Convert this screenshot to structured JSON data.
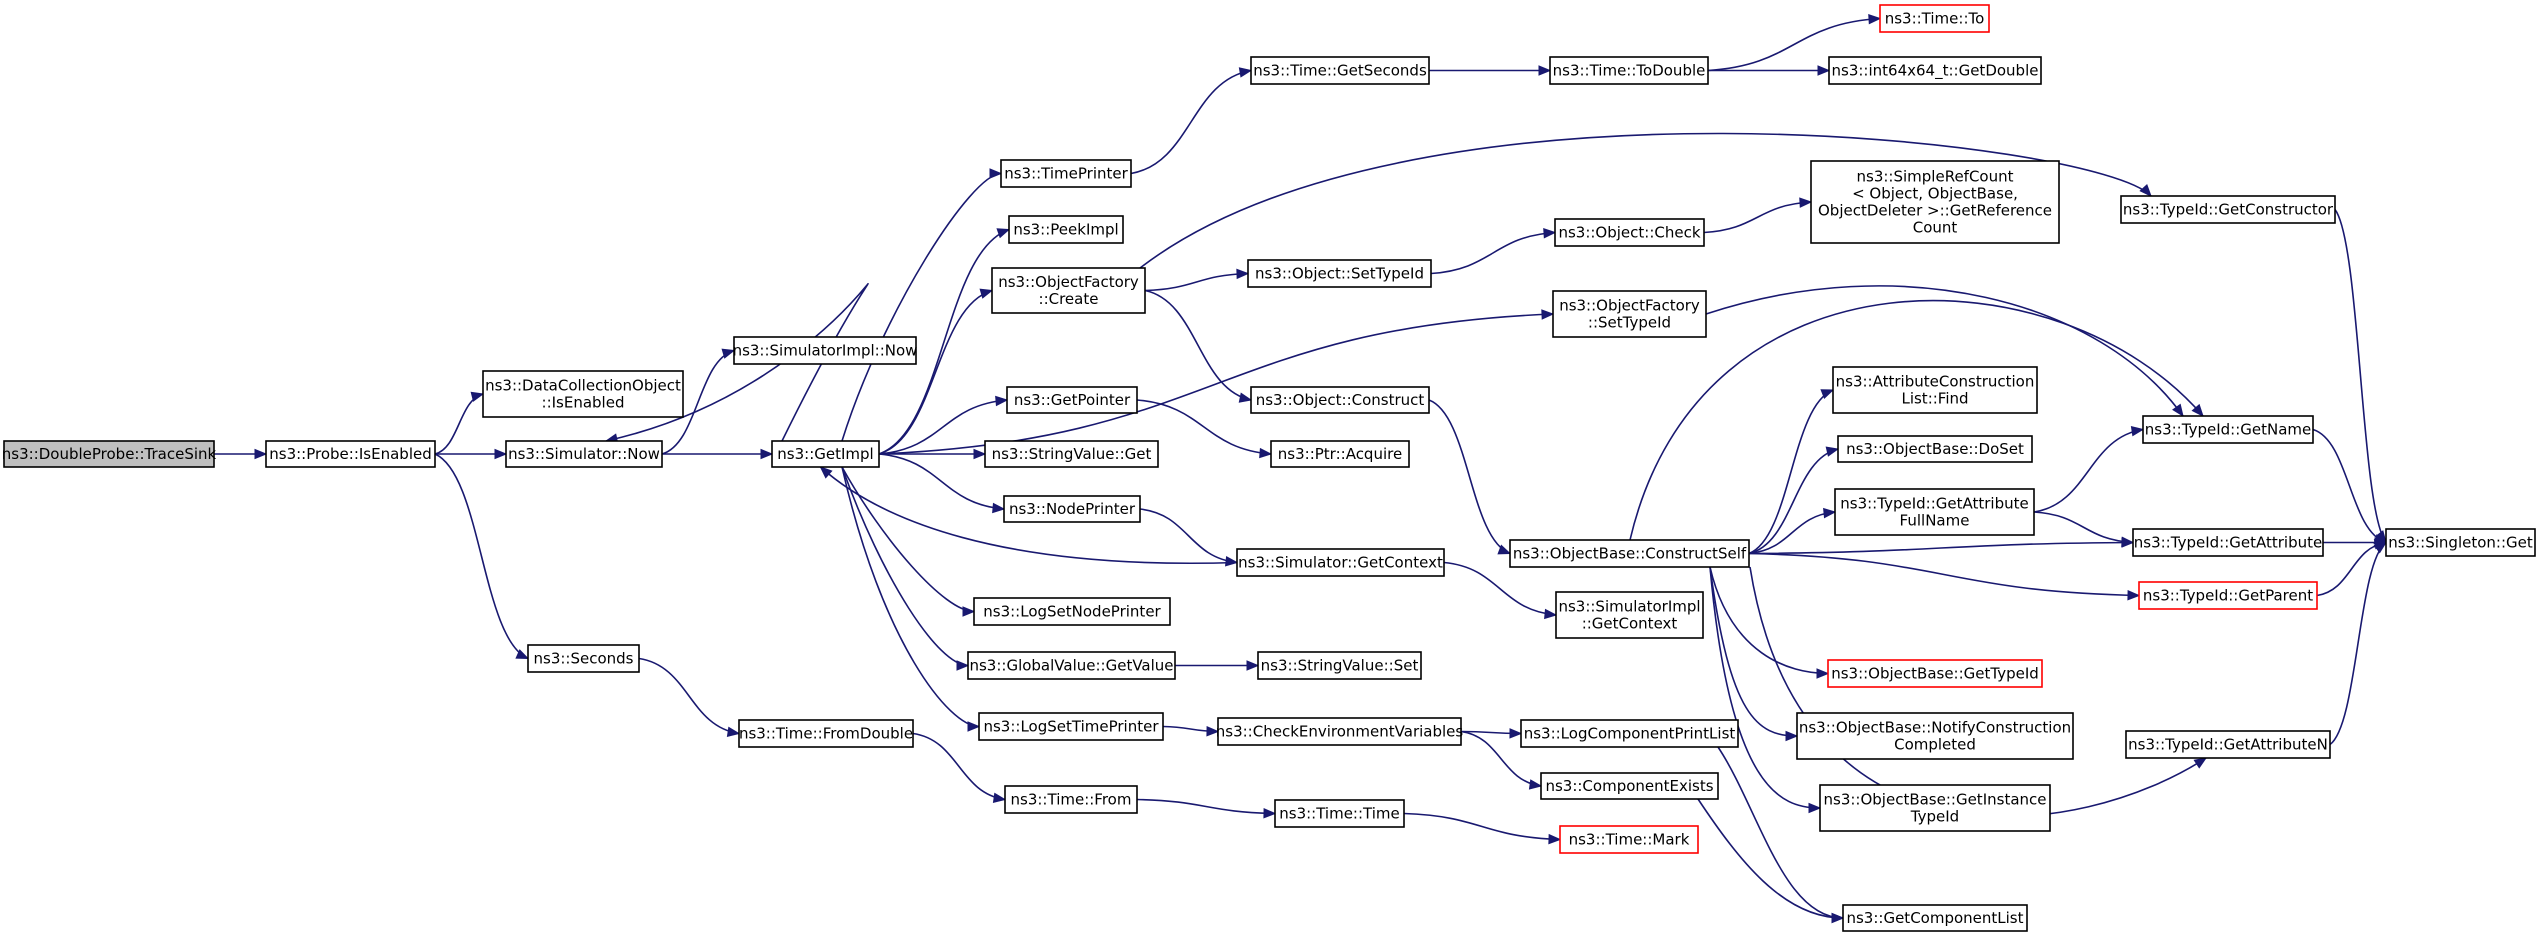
{
  "colors": {
    "edge": "#191970",
    "node_border": "#000000",
    "truncated_border": "#ff0000",
    "root_fill": "#bfbfbf",
    "background": "#ffffff"
  },
  "nodes": [
    {
      "id": "traceSink",
      "lines": [
        "ns3::DoubleProbe::TraceSink"
      ],
      "root": true
    },
    {
      "id": "probeIsEnabled",
      "lines": [
        "ns3::Probe::IsEnabled"
      ]
    },
    {
      "id": "dcoIsEnabled",
      "lines": [
        "ns3::DataCollectionObject",
        "::IsEnabled"
      ]
    },
    {
      "id": "simImplNow",
      "lines": [
        "ns3::SimulatorImpl::Now"
      ]
    },
    {
      "id": "simNow",
      "lines": [
        "ns3::Simulator::Now"
      ]
    },
    {
      "id": "seconds",
      "lines": [
        "ns3::Seconds"
      ]
    },
    {
      "id": "getImpl",
      "lines": [
        "ns3::GetImpl"
      ]
    },
    {
      "id": "timeFromDouble",
      "lines": [
        "ns3::Time::FromDouble"
      ]
    },
    {
      "id": "timePrinter",
      "lines": [
        "ns3::TimePrinter"
      ]
    },
    {
      "id": "peekImpl",
      "lines": [
        "ns3::PeekImpl"
      ]
    },
    {
      "id": "objFactoryCreate",
      "lines": [
        "ns3::ObjectFactory",
        "::Create"
      ]
    },
    {
      "id": "getPointer",
      "lines": [
        "ns3::GetPointer"
      ]
    },
    {
      "id": "stringValueGet",
      "lines": [
        "ns3::StringValue::Get"
      ]
    },
    {
      "id": "nodePrinter",
      "lines": [
        "ns3::NodePrinter"
      ]
    },
    {
      "id": "logSetNodePrinter",
      "lines": [
        "ns3::LogSetNodePrinter"
      ]
    },
    {
      "id": "globalValueGetValue",
      "lines": [
        "ns3::GlobalValue::GetValue"
      ]
    },
    {
      "id": "logSetTimePrinter",
      "lines": [
        "ns3::LogSetTimePrinter"
      ]
    },
    {
      "id": "timeFrom",
      "lines": [
        "ns3::Time::From"
      ]
    },
    {
      "id": "timeGetSeconds",
      "lines": [
        "ns3::Time::GetSeconds"
      ]
    },
    {
      "id": "objectSetTypeId",
      "lines": [
        "ns3::Object::SetTypeId"
      ]
    },
    {
      "id": "objectConstruct",
      "lines": [
        "ns3::Object::Construct"
      ]
    },
    {
      "id": "ptrAcquire",
      "lines": [
        "ns3::Ptr::Acquire"
      ]
    },
    {
      "id": "simGetContext",
      "lines": [
        "ns3::Simulator::GetContext"
      ]
    },
    {
      "id": "stringValueSet",
      "lines": [
        "ns3::StringValue::Set"
      ]
    },
    {
      "id": "checkEnvVars",
      "lines": [
        "ns3::CheckEnvironmentVariables"
      ]
    },
    {
      "id": "timeTime",
      "lines": [
        "ns3::Time::Time"
      ]
    },
    {
      "id": "timeToDouble",
      "lines": [
        "ns3::Time::ToDouble"
      ]
    },
    {
      "id": "objectCheck",
      "lines": [
        "ns3::Object::Check"
      ]
    },
    {
      "id": "objFactorySetTypeId",
      "lines": [
        "ns3::ObjectFactory",
        "::SetTypeId"
      ]
    },
    {
      "id": "objBaseConstructSelf",
      "lines": [
        "ns3::ObjectBase::ConstructSelf"
      ]
    },
    {
      "id": "simImplGetContext",
      "lines": [
        "ns3::SimulatorImpl",
        "::GetContext"
      ]
    },
    {
      "id": "logComponentPrintList",
      "lines": [
        "ns3::LogComponentPrintList"
      ]
    },
    {
      "id": "componentExists",
      "lines": [
        "ns3::ComponentExists"
      ]
    },
    {
      "id": "timeMark",
      "lines": [
        "ns3::Time::Mark"
      ],
      "truncated": true
    },
    {
      "id": "timeTo",
      "lines": [
        "ns3::Time::To"
      ],
      "truncated": true
    },
    {
      "id": "int64GetDouble",
      "lines": [
        "ns3::int64x64_t::GetDouble"
      ]
    },
    {
      "id": "simpleRefCount",
      "lines": [
        "ns3::SimpleRefCount",
        "< Object, ObjectBase,",
        " ObjectDeleter >::GetReference",
        "Count"
      ]
    },
    {
      "id": "attrConstructionFind",
      "lines": [
        "ns3::AttributeConstruction",
        "List::Find"
      ]
    },
    {
      "id": "objBaseDoSet",
      "lines": [
        "ns3::ObjectBase::DoSet"
      ]
    },
    {
      "id": "typeIdGetAttrFullName",
      "lines": [
        "ns3::TypeId::GetAttribute",
        "FullName"
      ]
    },
    {
      "id": "objBaseGetTypeId",
      "lines": [
        "ns3::ObjectBase::GetTypeId"
      ],
      "truncated": true
    },
    {
      "id": "objBaseNotifyConstruction",
      "lines": [
        "ns3::ObjectBase::NotifyConstruction",
        "Completed"
      ]
    },
    {
      "id": "objBaseGetInstanceTypeId",
      "lines": [
        "ns3::ObjectBase::GetInstance",
        "TypeId"
      ]
    },
    {
      "id": "getComponentList",
      "lines": [
        "ns3::GetComponentList"
      ]
    },
    {
      "id": "typeIdGetConstructor",
      "lines": [
        "ns3::TypeId::GetConstructor"
      ]
    },
    {
      "id": "typeIdGetName",
      "lines": [
        "ns3::TypeId::GetName"
      ]
    },
    {
      "id": "typeIdGetAttribute",
      "lines": [
        "ns3::TypeId::GetAttribute"
      ]
    },
    {
      "id": "typeIdGetParent",
      "lines": [
        "ns3::TypeId::GetParent"
      ],
      "truncated": true
    },
    {
      "id": "typeIdGetAttributeN",
      "lines": [
        "ns3::TypeId::GetAttributeN"
      ]
    },
    {
      "id": "singletonGet",
      "lines": [
        "ns3::Singleton::Get"
      ]
    }
  ],
  "edges": [
    [
      "traceSink",
      "probeIsEnabled"
    ],
    [
      "probeIsEnabled",
      "dcoIsEnabled"
    ],
    [
      "probeIsEnabled",
      "simNow"
    ],
    [
      "probeIsEnabled",
      "seconds"
    ],
    [
      "simNow",
      "simImplNow"
    ],
    [
      "simNow",
      "getImpl"
    ],
    [
      "getImpl",
      "simNow"
    ],
    [
      "getImpl",
      "timePrinter"
    ],
    [
      "getImpl",
      "peekImpl"
    ],
    [
      "getImpl",
      "objFactoryCreate"
    ],
    [
      "getImpl",
      "objFactorySetTypeId"
    ],
    [
      "getImpl",
      "getPointer"
    ],
    [
      "getImpl",
      "stringValueGet"
    ],
    [
      "getImpl",
      "nodePrinter"
    ],
    [
      "getImpl",
      "logSetNodePrinter"
    ],
    [
      "getImpl",
      "globalValueGetValue"
    ],
    [
      "getImpl",
      "logSetTimePrinter"
    ],
    [
      "simGetContext",
      "getImpl"
    ],
    [
      "seconds",
      "timeFromDouble"
    ],
    [
      "timeFromDouble",
      "timeFrom"
    ],
    [
      "timePrinter",
      "timeGetSeconds"
    ],
    [
      "timeGetSeconds",
      "timeToDouble"
    ],
    [
      "timeToDouble",
      "timeTo"
    ],
    [
      "timeToDouble",
      "int64GetDouble"
    ],
    [
      "objFactoryCreate",
      "typeIdGetConstructor"
    ],
    [
      "objFactoryCreate",
      "objectSetTypeId"
    ],
    [
      "objFactoryCreate",
      "objectConstruct"
    ],
    [
      "objectSetTypeId",
      "objectCheck"
    ],
    [
      "objectCheck",
      "simpleRefCount"
    ],
    [
      "objectConstruct",
      "objBaseConstructSelf"
    ],
    [
      "getPointer",
      "ptrAcquire"
    ],
    [
      "nodePrinter",
      "simGetContext"
    ],
    [
      "simGetContext",
      "simImplGetContext"
    ],
    [
      "globalValueGetValue",
      "stringValueSet"
    ],
    [
      "logSetTimePrinter",
      "checkEnvVars"
    ],
    [
      "checkEnvVars",
      "logComponentPrintList"
    ],
    [
      "checkEnvVars",
      "componentExists"
    ],
    [
      "logComponentPrintList",
      "getComponentList"
    ],
    [
      "componentExists",
      "getComponentList"
    ],
    [
      "timeFrom",
      "timeTime"
    ],
    [
      "timeTime",
      "timeMark"
    ],
    [
      "objFactorySetTypeId",
      "typeIdGetName"
    ],
    [
      "objBaseConstructSelf",
      "attrConstructionFind"
    ],
    [
      "objBaseConstructSelf",
      "objBaseDoSet"
    ],
    [
      "objBaseConstructSelf",
      "typeIdGetAttrFullName"
    ],
    [
      "objBaseConstructSelf",
      "typeIdGetAttribute"
    ],
    [
      "objBaseConstructSelf",
      "typeIdGetParent"
    ],
    [
      "objBaseConstructSelf",
      "objBaseGetTypeId"
    ],
    [
      "objBaseConstructSelf",
      "objBaseNotifyConstruction"
    ],
    [
      "objBaseConstructSelf",
      "objBaseGetInstanceTypeId"
    ],
    [
      "objBaseConstructSelf",
      "typeIdGetName"
    ],
    [
      "objBaseConstructSelf",
      "typeIdGetAttributeN"
    ],
    [
      "typeIdGetAttrFullName",
      "typeIdGetName"
    ],
    [
      "typeIdGetAttrFullName",
      "typeIdGetAttribute"
    ],
    [
      "typeIdGetConstructor",
      "singletonGet"
    ],
    [
      "typeIdGetName",
      "singletonGet"
    ],
    [
      "typeIdGetAttribute",
      "singletonGet"
    ],
    [
      "typeIdGetParent",
      "singletonGet"
    ],
    [
      "typeIdGetAttributeN",
      "singletonGet"
    ]
  ]
}
